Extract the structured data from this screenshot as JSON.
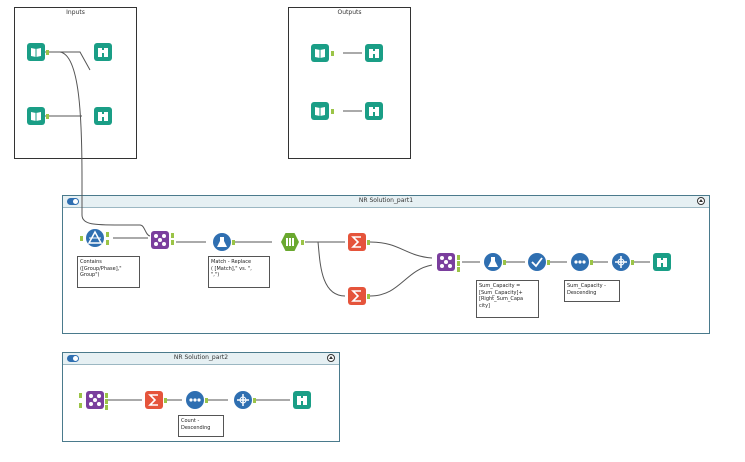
{
  "inputs_box": {
    "title": "Inputs"
  },
  "outputs_box": {
    "title": "Outputs"
  },
  "container1": {
    "title": "NR Solution_part1"
  },
  "container2": {
    "title": "NR Solution_part2"
  },
  "annotations": {
    "filter": "Contains\n([Group/Phase],\"\nGroup\")",
    "formula": "Match - Replace\n( [Match],\" vs. \",\n\",\")",
    "sum_capacity": "Sum_Capacity =\n[Sum_Capacity]+\n[Right_Sum_Capa\ncity]",
    "sort1": "Sum_Capacity -\nDescending",
    "sort2": "Count -\nDescending"
  },
  "colors": {
    "input_green": "#1a9e86",
    "browse_green": "#1a9e86",
    "join_purple": "#7a3e9d",
    "summarize_orange": "#e5543b",
    "formula_blue": "#2f6fb1",
    "text_green": "#6aa82f",
    "anchor_green": "#9bc447"
  }
}
